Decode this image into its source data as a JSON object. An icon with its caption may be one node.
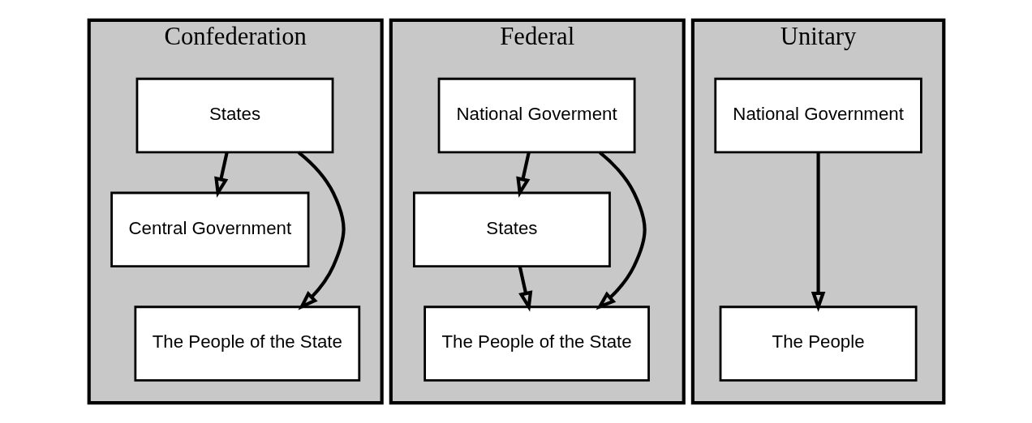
{
  "diagram": {
    "nodes": [
      {
        "text": [
          "Confederation"
        ]
      },
      {
        "text": [
          "States"
        ],
        "in": 0
      },
      {
        "text": [
          "Central Government"
        ],
        "in": 0
      },
      {
        "text": [
          "The People of the State"
        ],
        "in": 0
      },
      {
        "text": [
          "Federal"
        ]
      },
      {
        "text": [
          "National Goverment"
        ],
        "in": 4
      },
      {
        "text": [
          "States"
        ],
        "in": 4
      },
      {
        "text": [
          "The People of the State"
        ],
        "in": 4
      },
      {
        "text": [
          "Unitary"
        ]
      },
      {
        "text": [
          "National Government"
        ],
        "in": 8
      },
      {
        "text": [
          "The People"
        ],
        "in": 8
      }
    ],
    "edges": [
      {
        "from": 1,
        "to": 2,
        "arrow": "to"
      },
      {
        "from": 1,
        "to": 3,
        "arrow": "to"
      },
      {
        "from": 5,
        "to": 6,
        "arrow": "to"
      },
      {
        "from": 6,
        "to": 7,
        "arrow": "to"
      },
      {
        "from": 5,
        "to": 7,
        "arrow": "to"
      },
      {
        "from": 9,
        "to": 10,
        "arrow": "to"
      }
    ]
  }
}
